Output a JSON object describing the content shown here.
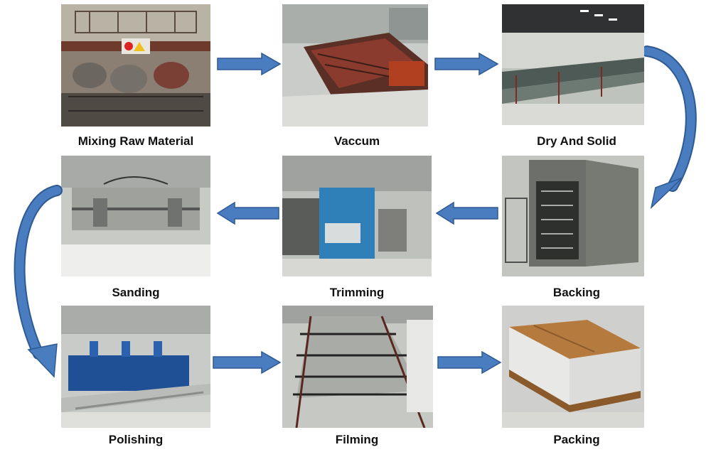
{
  "flow": {
    "steps": [
      {
        "label": "Mixing Raw Material",
        "image": "factory-mixing-tanks-photo"
      },
      {
        "label": "Vaccum",
        "image": "vacuum-casting-line-photo"
      },
      {
        "label": "Dry And Solid",
        "image": "drying-racks-photo"
      },
      {
        "label": "Backing",
        "image": "curing-oven-photo"
      },
      {
        "label": "Trimming",
        "image": "trimming-machine-photo"
      },
      {
        "label": "Sanding",
        "image": "sanding-machine-photo"
      },
      {
        "label": "Polishing",
        "image": "polishing-line-photo"
      },
      {
        "label": "Filming",
        "image": "filming-conveyor-photo"
      },
      {
        "label": "Packing",
        "image": "packed-sheets-pallet-photo"
      }
    ],
    "arrow_color": "#4a7cc0",
    "arrow_outline": "#2e5a94"
  }
}
